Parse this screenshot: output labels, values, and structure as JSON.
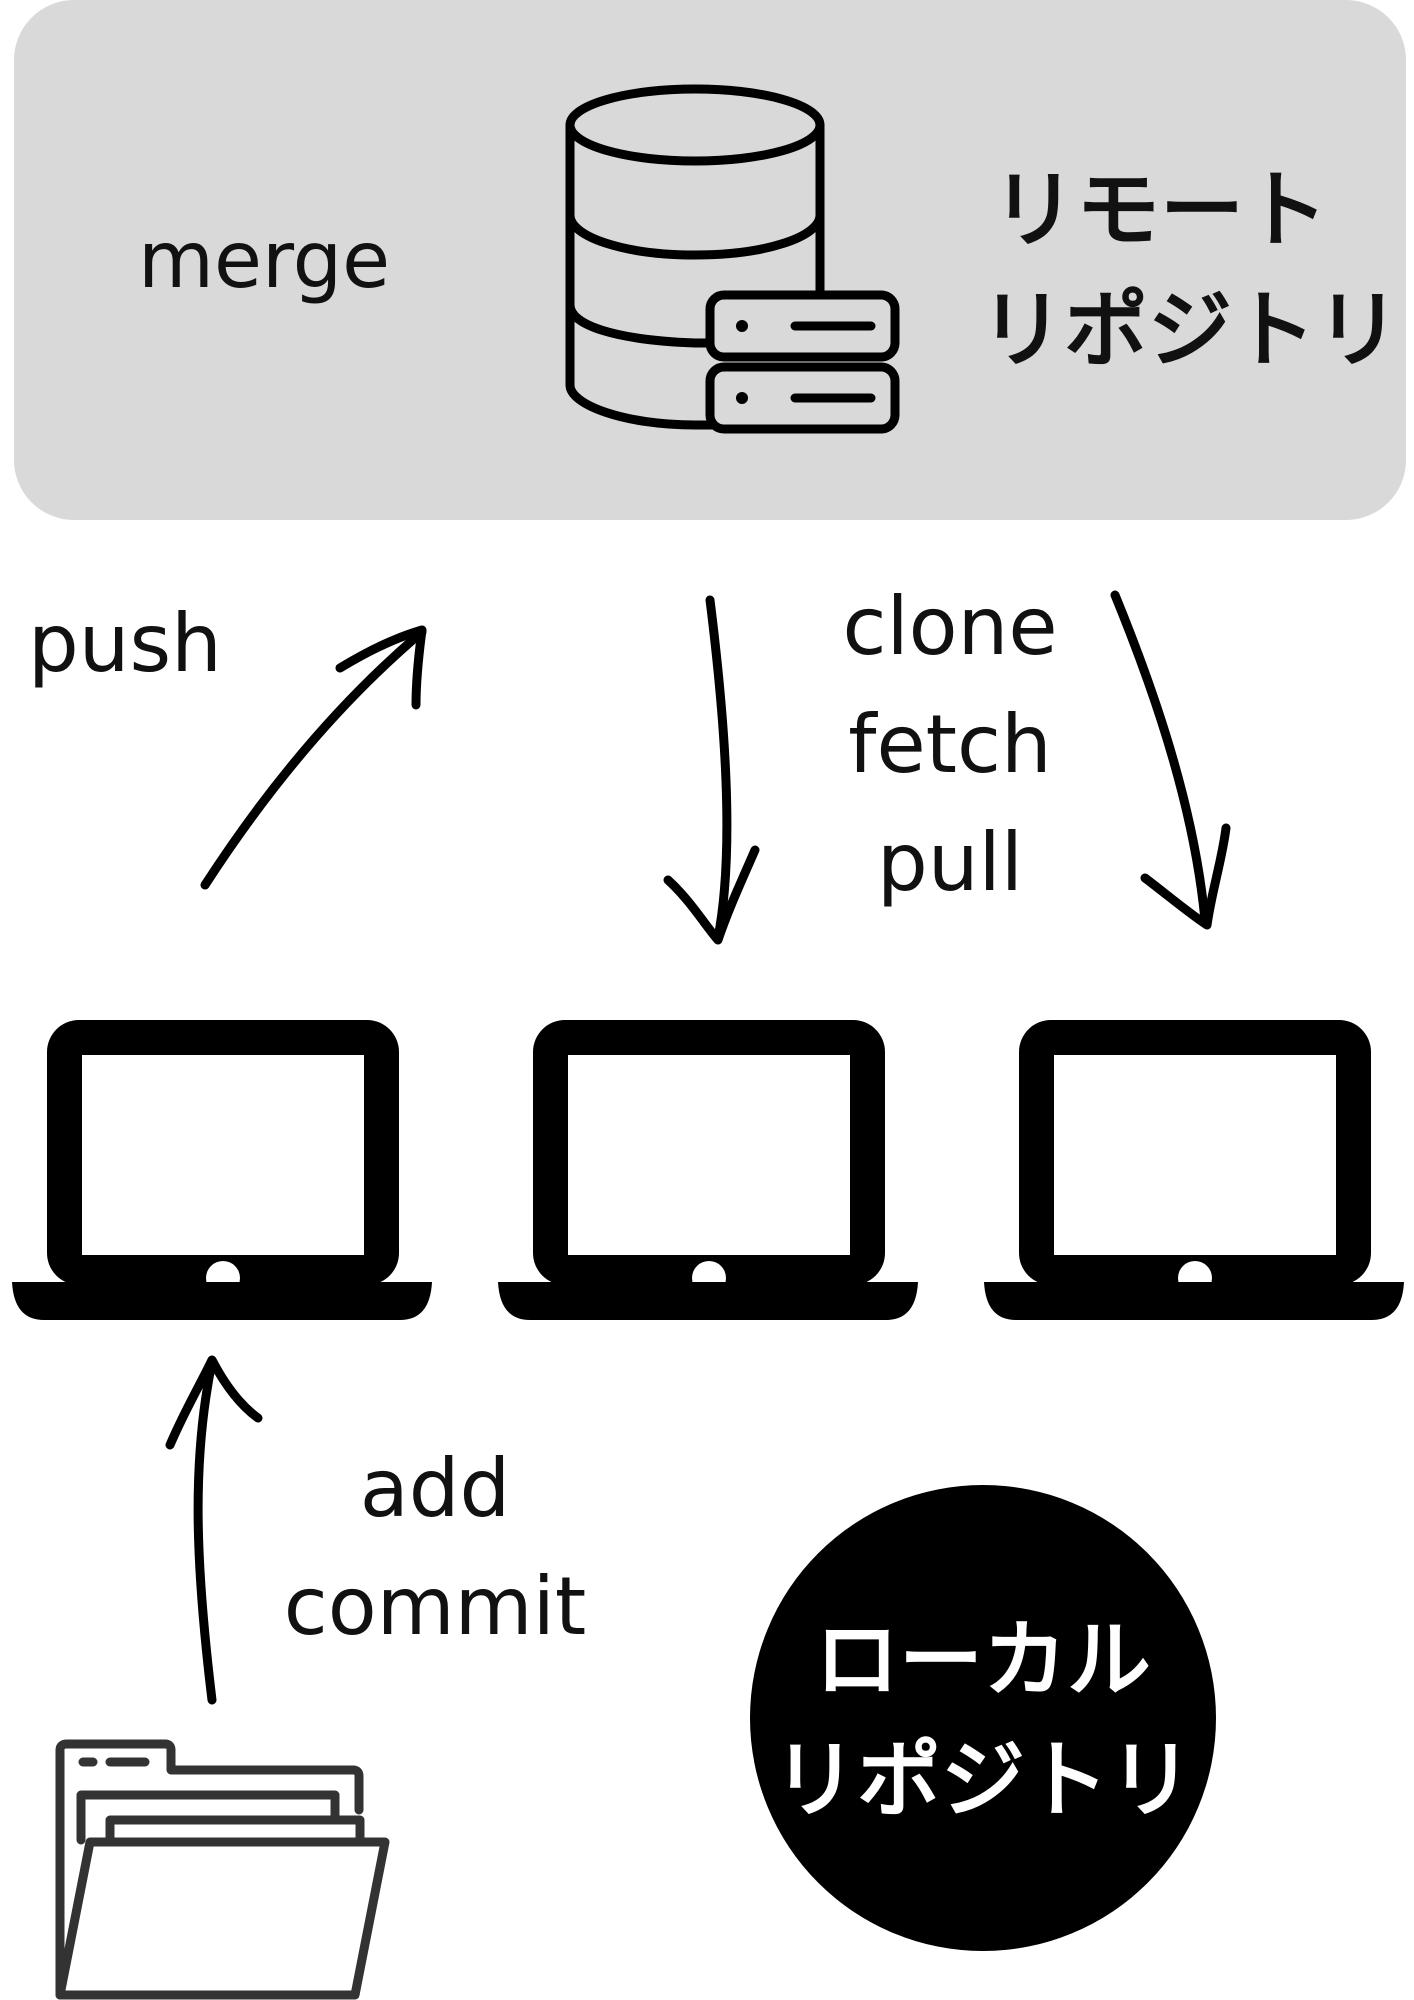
{
  "remote": {
    "panel_color": "#d9d9d9",
    "action_label": "merge",
    "name_line1": "リモート",
    "name_line2": "リポジトリ",
    "icon": "database-server-icon"
  },
  "push": {
    "label": "push",
    "icon": "arrow-up-right-icon"
  },
  "pull_group": {
    "line1": "clone",
    "line2": "fetch",
    "line3": "pull",
    "icons": [
      "arrow-down-icon",
      "arrow-down-icon"
    ]
  },
  "computers": [
    {
      "icon": "laptop-icon"
    },
    {
      "icon": "laptop-icon"
    },
    {
      "icon": "laptop-icon"
    }
  ],
  "local": {
    "action_line1": "add",
    "action_line2": "commit",
    "name_line1": "ローカル",
    "name_line2": "リポジトリ",
    "circle_color": "#000000",
    "folder_icon": "folder-icon",
    "arrow_icon": "arrow-up-icon"
  }
}
